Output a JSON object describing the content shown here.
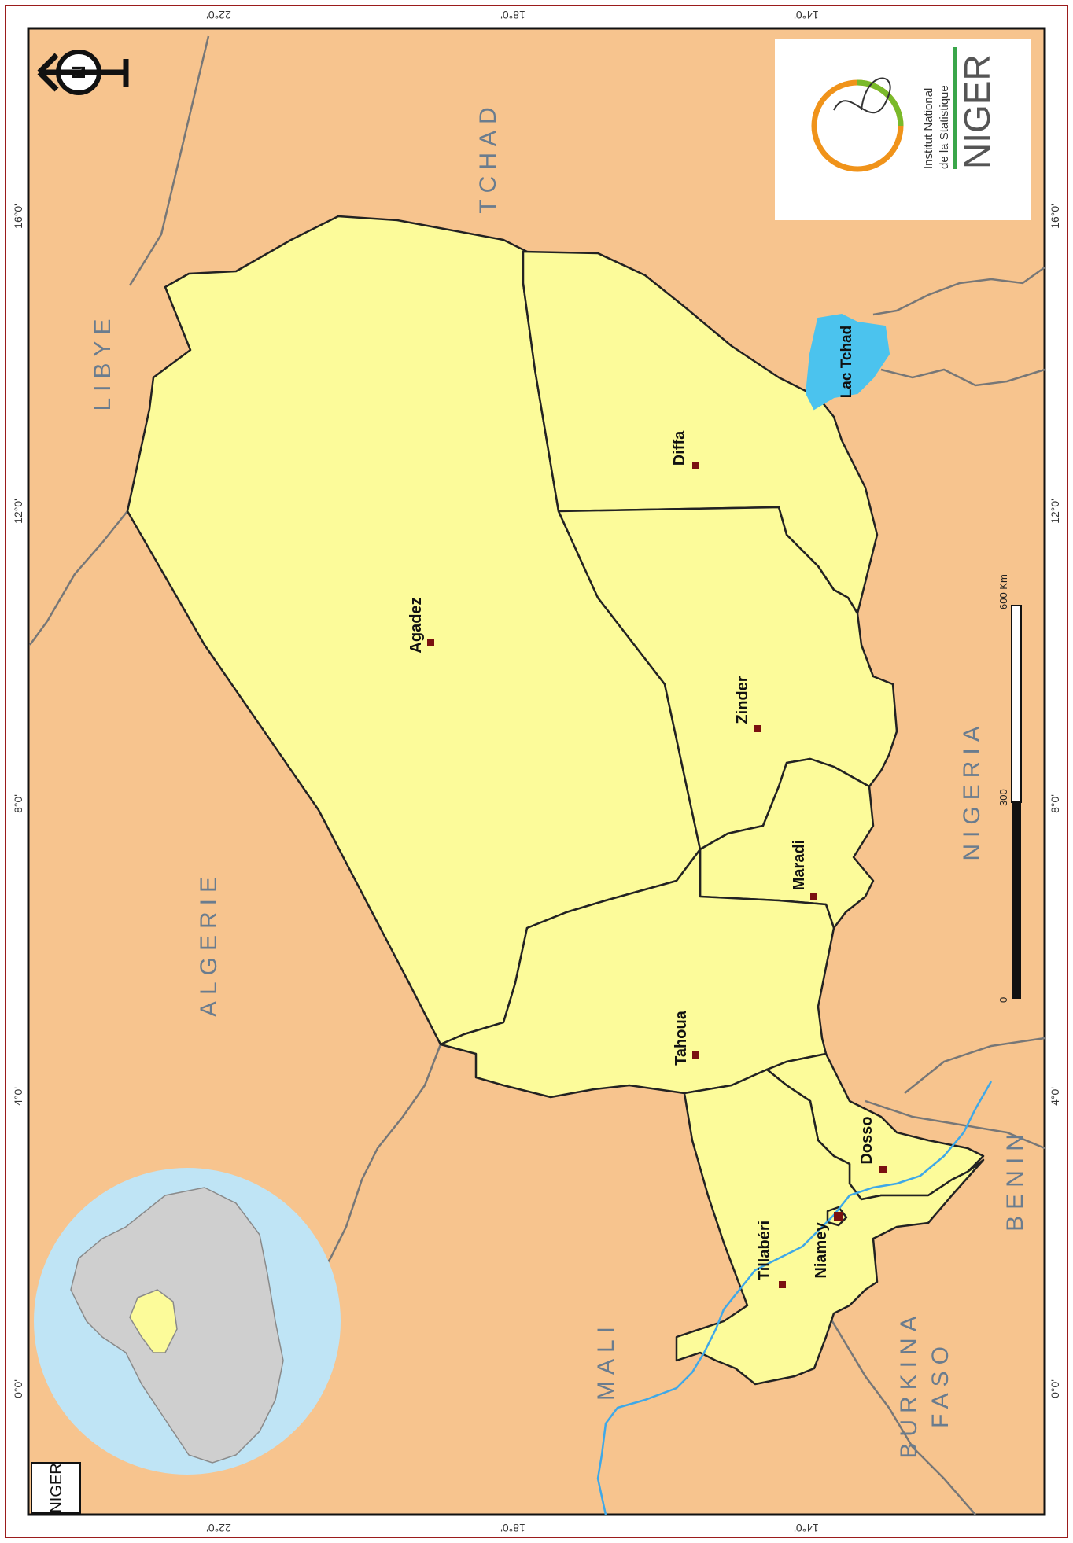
{
  "map": {
    "country_box_label": "NIGER",
    "grid": {
      "top_lat_labels": [
        "22°0'",
        "18°0'",
        "14°0'"
      ],
      "bottom_lat_labels": [
        "22°0'",
        "18°0'",
        "14°0'"
      ],
      "left_lon_labels": [
        "16°0'",
        "12°0'",
        "8°0'",
        "4°0'",
        "0°0'"
      ],
      "right_lon_labels": [
        "16°0'",
        "12°0'",
        "8°0'",
        "4°0'",
        "0°0'"
      ]
    },
    "countries": {
      "libye": "LIBYE",
      "tchad": "TCHAD",
      "algerie": "ALGERIE",
      "nigeria": "NIGERIA",
      "mali": "MALI",
      "burkina_line1": "BURKINA",
      "burkina_line2": "FASO",
      "benin": "BENIN"
    },
    "regions": {
      "agadez": "Agadez",
      "diffa": "Diffa",
      "zinder": "Zinder",
      "maradi": "Maradi",
      "tahoua": "Tahoua",
      "dosso": "Dosso",
      "tillaberi": "Tillabéri",
      "niamey": "Niamey"
    },
    "lake": "Lac Tchad",
    "scale": {
      "label_0": "0",
      "label_300": "300",
      "label_600": "600 Km"
    },
    "north_arrow": "N",
    "logo": {
      "line1": "Institut National",
      "line2": "de la Statistique",
      "line3": "NIGER"
    },
    "colors": {
      "land": "#f7c48e",
      "niger": "#fcfb9a",
      "water": "#9ed6f2",
      "lake": "#4bc3ee",
      "river": "#3ea8e8",
      "border": "#666666",
      "frame": "#9b1c1c",
      "city_marker": "#7a1010"
    }
  }
}
